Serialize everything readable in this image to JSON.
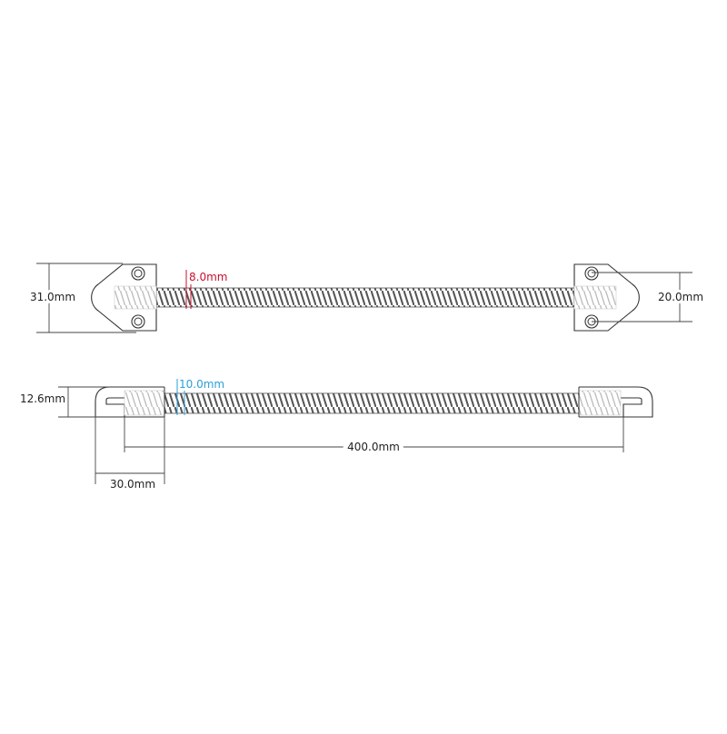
{
  "colors": {
    "outline": "#333333",
    "line": "#444444",
    "spring": "#555555",
    "thread": "#b8b8b8",
    "red": "#c8102e",
    "blue": "#2a9fd6"
  },
  "labels": {
    "height_total": "31.0mm",
    "spring_dia_top": "8.0mm",
    "hole_spacing": "20.0mm",
    "side_height": "12.6mm",
    "spring_dia_side": "10.0mm",
    "length": "400.0mm",
    "end_length": "30.0mm"
  }
}
